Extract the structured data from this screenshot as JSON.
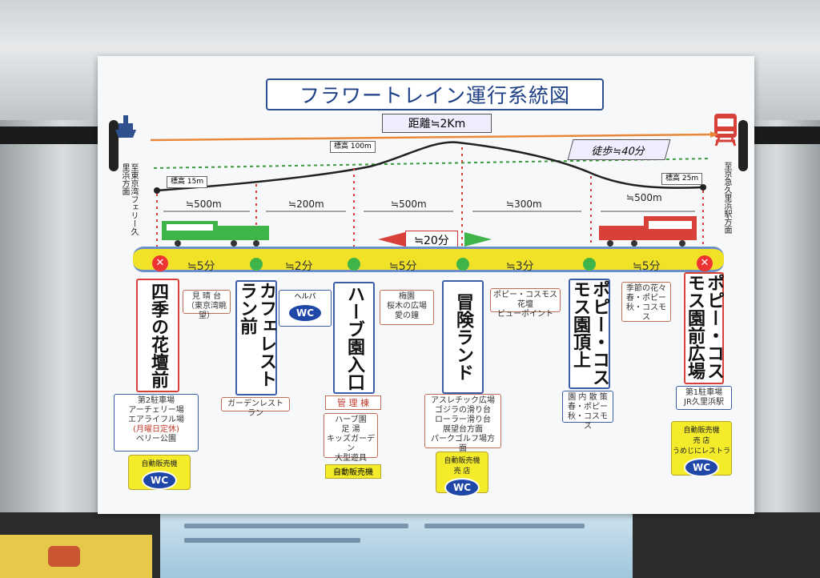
{
  "poster": {
    "title": "フラワートレイン運行系統図",
    "distance": "距離≒2Km",
    "walk": "徒歩≒40分",
    "elevations": {
      "left": "標高 15m",
      "peak": "標高 100m",
      "right": "標高 25m"
    },
    "side_left": "至東京湾フェリー久里浜方面",
    "side_right": "至京急久里浜駅方面",
    "segments": [
      "≒500m",
      "≒200m",
      "≒500m",
      "≒300m",
      "≒500m"
    ],
    "center_duration": "≒20分",
    "route_times": [
      "≒5分",
      "≒2分",
      "≒5分",
      "≒3分",
      "≒5分"
    ],
    "stations": [
      "四季の花壇前",
      "カフェレストラン前",
      "ハーブ園入口",
      "冒険ランド",
      "ポピー・コスモス園頂上",
      "ポピー・コスモス園前広場"
    ],
    "between_notes": [
      [
        "見 晴 台",
        "（東京湾眺望）"
      ],
      [
        "ヘルパ"
      ],
      [
        "梅園",
        "桜木の広場",
        "愛の鐘"
      ],
      [
        "ポピー・コスモス花壇",
        "ビューポイント"
      ],
      [
        "季節の花々",
        "春・ポピー",
        "秋・コスモス"
      ]
    ],
    "below": {
      "s1": [
        "第2駐車場",
        "アーチェリー場",
        "エアライフル場",
        "(月曜日定休)",
        "ベリー公園"
      ],
      "s2": [
        "ガーデンレストラン"
      ],
      "s3_mgmt": "管 理 棟",
      "s3": [
        "ハーブ園",
        "足 湯",
        "キッズガーデン",
        "大型遊具"
      ],
      "s3_vend": "自動販売機",
      "s4": [
        "アスレチック広場",
        "ゴジラの滑り台",
        "ローラー滑り台",
        "展望台方面",
        "パークゴルフ場方面"
      ],
      "s5": [
        "園 内 散 策",
        "春・ポピー",
        "秋・コスモス"
      ],
      "s6": [
        "第1駐車場",
        "JR久里浜駅"
      ]
    },
    "wc_panels": {
      "p1": "自動販売機",
      "p4": [
        "自動販売機",
        "売 店"
      ],
      "p6": [
        "自動販売機",
        "売 店",
        "うめじにレストラ"
      ]
    },
    "wc_label": "WC"
  }
}
